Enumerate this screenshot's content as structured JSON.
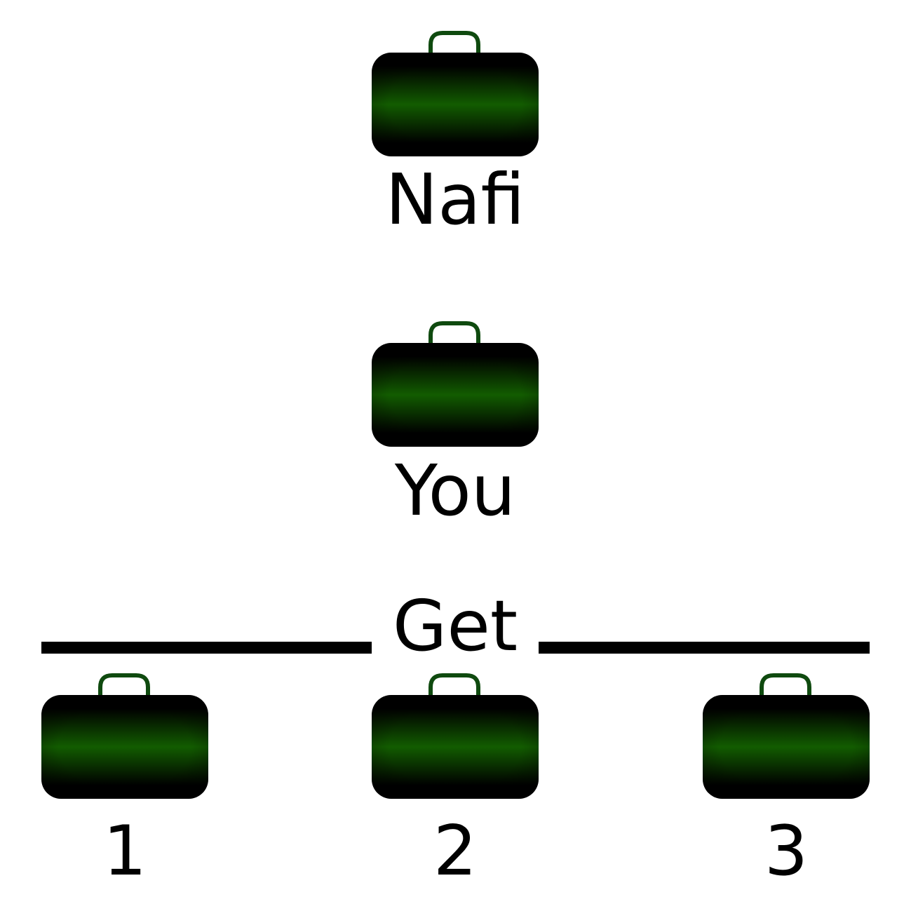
{
  "colors": {
    "bag_dark": "#000000",
    "bag_green": "#125c00",
    "handle": "#0f4a0f",
    "text": "#000000",
    "rule": "#000000"
  },
  "nodes": {
    "top": {
      "label": "Nafi",
      "icon": "briefcase-icon"
    },
    "middle": {
      "label": "You",
      "icon": "briefcase-icon"
    }
  },
  "split": {
    "label": "Get"
  },
  "outcomes": [
    {
      "label": "1",
      "icon": "briefcase-icon"
    },
    {
      "label": "2",
      "icon": "briefcase-icon"
    },
    {
      "label": "3",
      "icon": "briefcase-icon"
    }
  ]
}
